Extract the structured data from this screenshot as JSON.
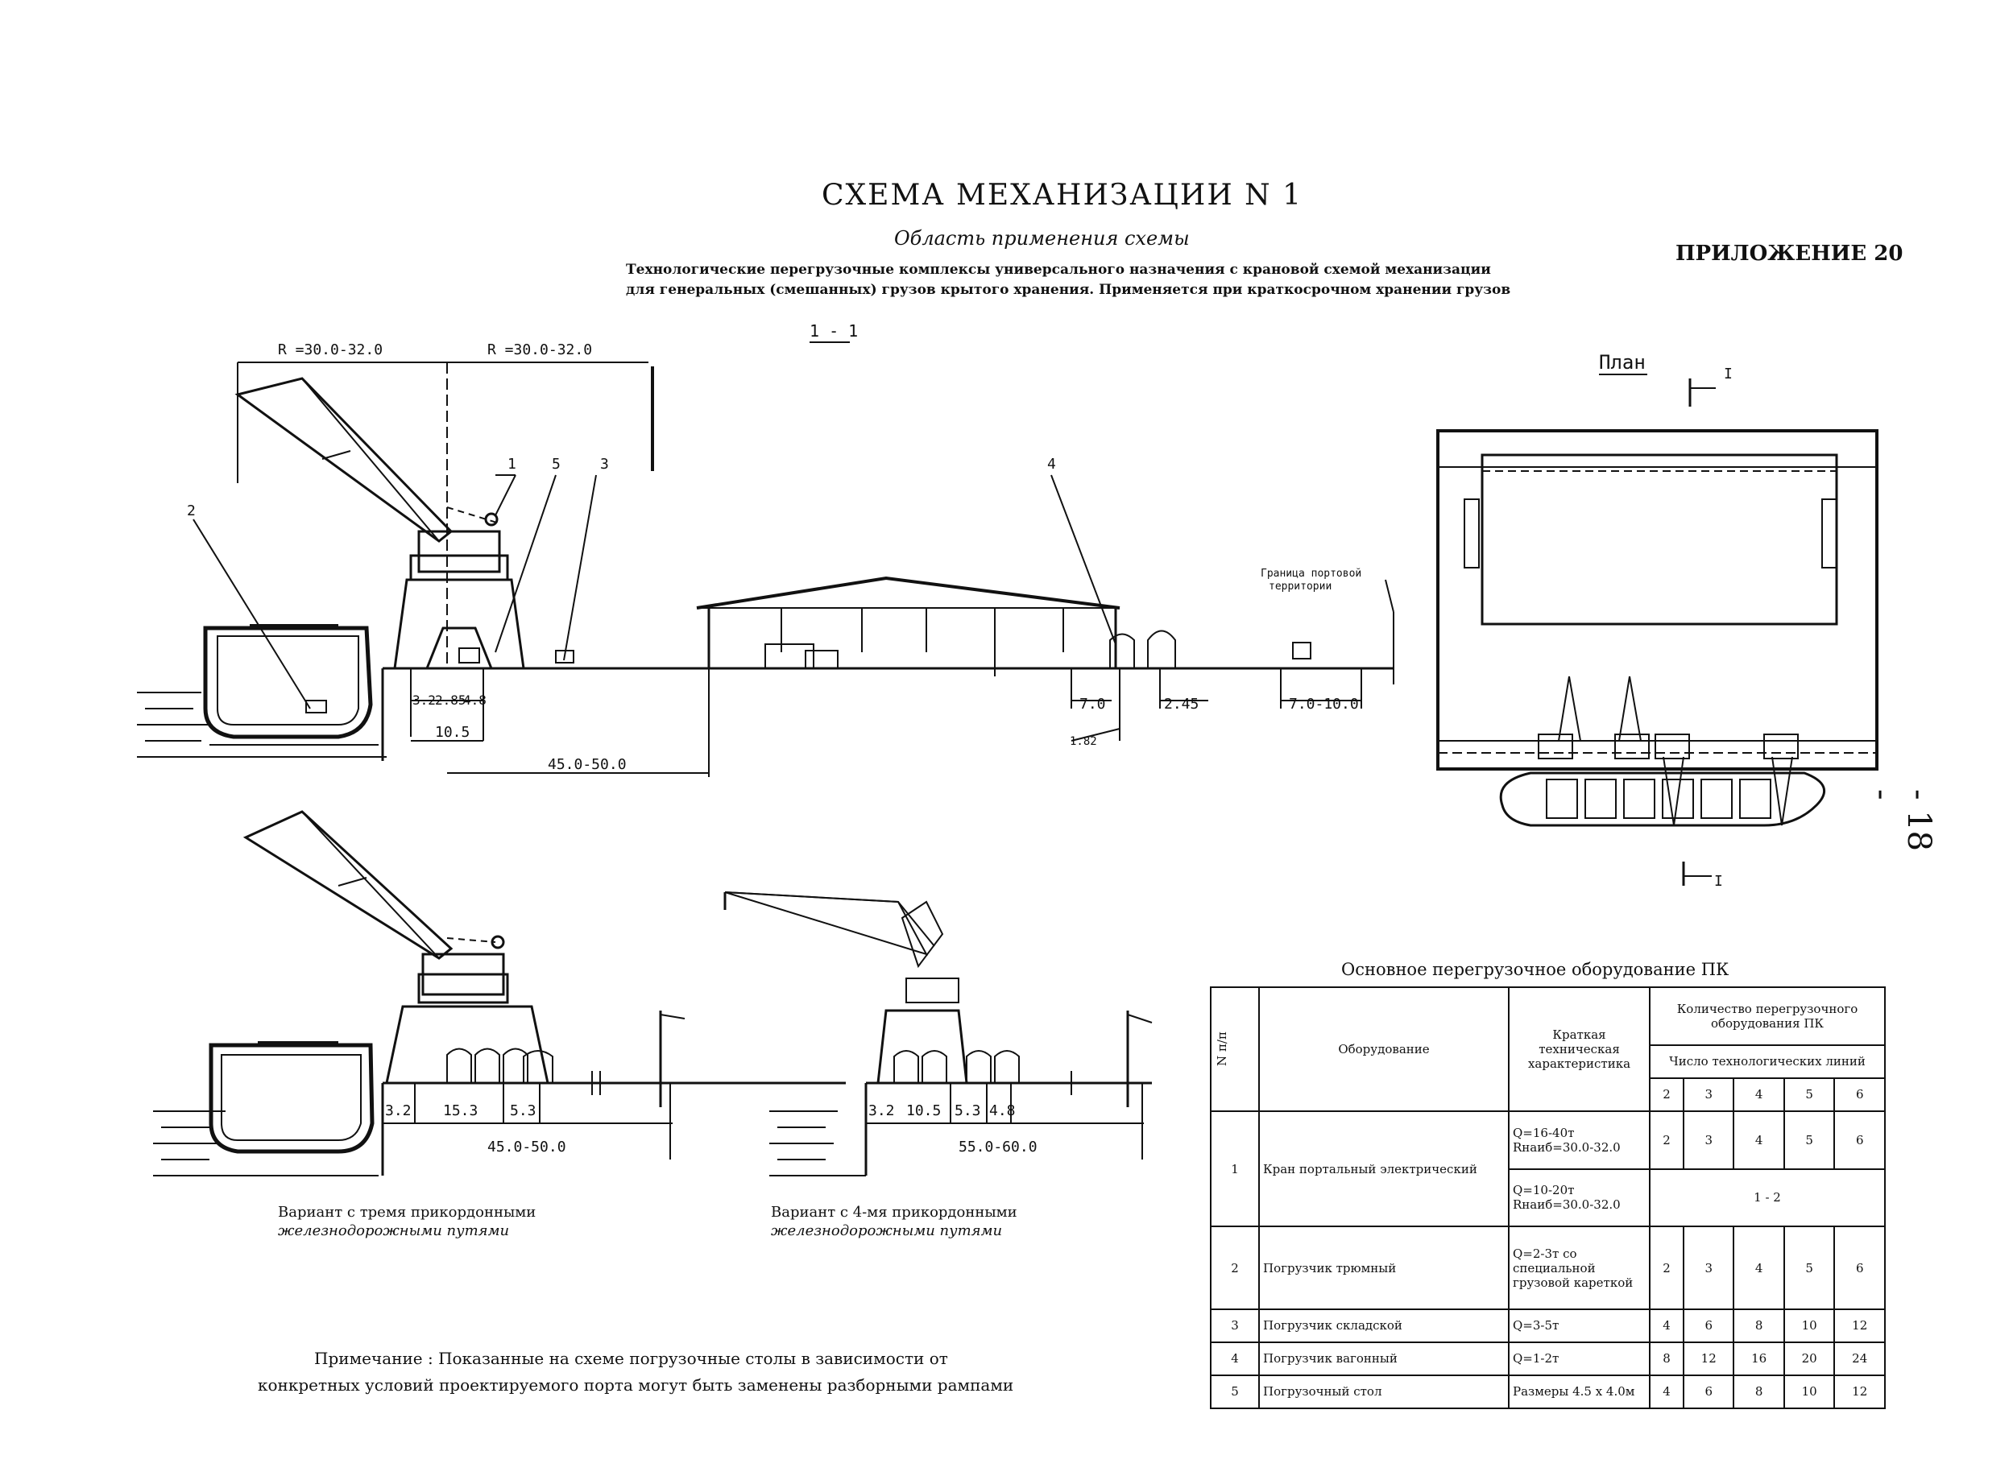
{
  "header": {
    "title": "СХЕМА МЕХАНИЗАЦИИ N 1",
    "subtitle": "Область применения схемы",
    "description_line1": "Технологические перегрузочные комплексы универсального назначения с крановой схемой механизации",
    "description_line2": "для генеральных (смешанных) грузов крытого хранения. Применяется при краткосрочном хранении грузов",
    "appendix": "ПРИЛОЖЕНИЕ 20",
    "page_number": "- 18 -"
  },
  "section": {
    "section_label": "1 - 1",
    "plan_label": "План",
    "cut_mark": "I",
    "radius_left": "R   =30.0-32.0",
    "radius_right": "R   =30.0-32.0",
    "callouts": [
      "1",
      "2",
      "3",
      "4",
      "5"
    ],
    "border_label_1": "Граница портовой",
    "border_label_2": "территории",
    "dims": {
      "d32": "3.2",
      "d285": "2.85",
      "d48": "4.8",
      "d105": "10.5",
      "d4550": "45.0-50.0",
      "d70": "7.0",
      "d245": "2.45",
      "d70100": "7.0-10.0",
      "d182": "1.82"
    }
  },
  "variant1": {
    "dims": [
      "3.2",
      "15.3",
      "5.3",
      "45.0-50.0"
    ],
    "caption_line1": "Вариант с тремя прикордонными",
    "caption_line2": "железнодорожными путями"
  },
  "variant2": {
    "dims": [
      "3.2",
      "10.5",
      "5.3",
      "4.8",
      "55.0-60.0"
    ],
    "caption_line1": "Вариант с 4-мя прикордонными",
    "caption_line2": "железнодорожными путями"
  },
  "note": {
    "line1": "Примечание : Показанные на схеме погрузочные столы в зависимости от",
    "line2": "конкретных условий проектируемого порта могут быть заменены разборными рампами"
  },
  "equipment_table": {
    "title": "Основное перегрузочное оборудование   ПК",
    "headers": {
      "num": "N п/п",
      "equipment": "Оборудование",
      "spec": "Краткая техническая характеристика",
      "qty": "Количество перегрузочного оборудования  ПК",
      "lines": "Число технологических линий",
      "line_counts": [
        "2",
        "3",
        "4",
        "5",
        "6"
      ]
    },
    "rows": [
      {
        "num": "1",
        "name": "Кран портальный электрический",
        "spec1": "Q=16-40т",
        "spec2": "Rнаиб=30.0-32.0",
        "values": [
          "2",
          "3",
          "4",
          "5",
          "6"
        ],
        "spec3": "Q=10-20т",
        "spec4": "Rнаиб=30.0-32.0",
        "values2": "1 - 2"
      },
      {
        "num": "2",
        "name": "Погрузчик трюмный",
        "spec1": "Q=2-3т со специальной грузовой кареткой",
        "values": [
          "2",
          "3",
          "4",
          "5",
          "6"
        ]
      },
      {
        "num": "3",
        "name": "Погрузчик складской",
        "spec1": "Q=3-5т",
        "values": [
          "4",
          "6",
          "8",
          "10",
          "12"
        ]
      },
      {
        "num": "4",
        "name": "Погрузчик вагонный",
        "spec1": "Q=1-2т",
        "values": [
          "8",
          "12",
          "16",
          "20",
          "24"
        ]
      },
      {
        "num": "5",
        "name": "Погрузочный стол",
        "spec1": "Размеры 4.5 x 4.0м",
        "values": [
          "4",
          "6",
          "8",
          "10",
          "12"
        ]
      }
    ]
  }
}
